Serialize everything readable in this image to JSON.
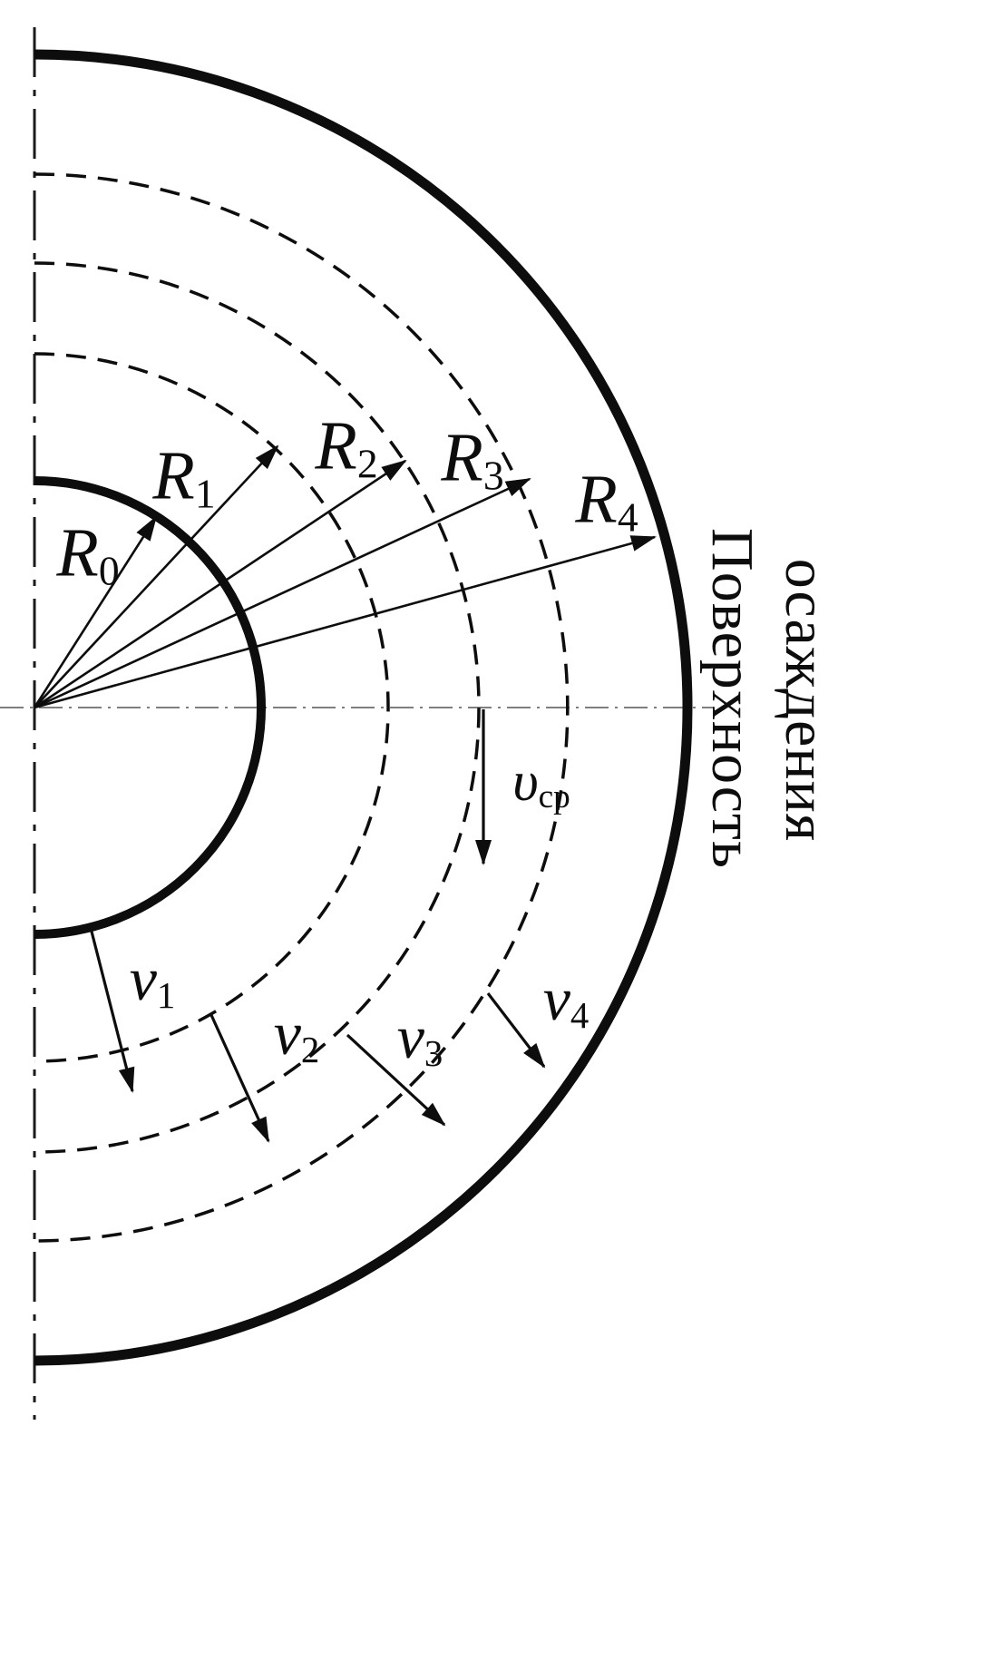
{
  "figure": {
    "background": "#ffffff",
    "ink_color": "#0d0d0d"
  },
  "labels": {
    "r0": {
      "base": "R",
      "sub": "0"
    },
    "r1": {
      "base": "R",
      "sub": "1"
    },
    "r2": {
      "base": "R",
      "sub": "2"
    },
    "r3": {
      "base": "R",
      "sub": "3"
    },
    "r4": {
      "base": "R",
      "sub": "4"
    },
    "v1": {
      "base": "ν",
      "sub": "1"
    },
    "v2": {
      "base": "ν",
      "sub": "2"
    },
    "v3": {
      "base": "ν",
      "sub": "3"
    },
    "v4": {
      "base": "ν",
      "sub": "4"
    },
    "v_avg": {
      "base": "υ",
      "sub": "ср"
    }
  },
  "side_text": {
    "line1": "Поверхность",
    "line2": "осаждения"
  }
}
